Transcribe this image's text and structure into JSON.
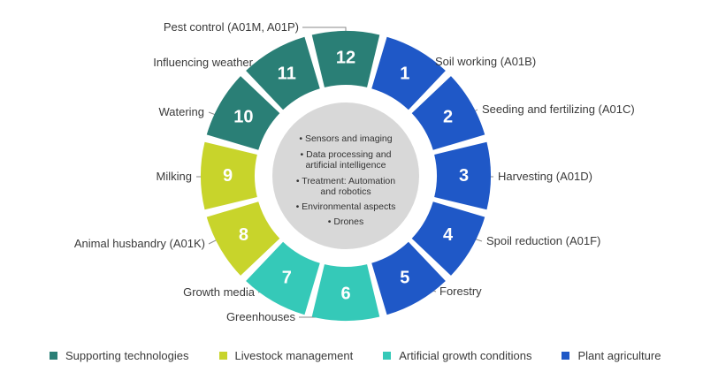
{
  "colors": {
    "supporting": "#2a7f76",
    "livestock": "#c8d42b",
    "artificial": "#35c9b8",
    "plant": "#1f58c7",
    "center": "#d8d8d8",
    "line": "#8a8a8a"
  },
  "segments": [
    {
      "number": "12",
      "label": "Pest control (A01M, A01P)",
      "group": "supporting"
    },
    {
      "number": "1",
      "label": "Soil working (A01B)",
      "group": "plant"
    },
    {
      "number": "2",
      "label": "Seeding and fertilizing (A01C)",
      "group": "plant"
    },
    {
      "number": "3",
      "label": "Harvesting (A01D)",
      "group": "plant"
    },
    {
      "number": "4",
      "label": "Spoil reduction (A01F)",
      "group": "plant"
    },
    {
      "number": "5",
      "label": "Forestry",
      "group": "plant"
    },
    {
      "number": "6",
      "label": "Greenhouses",
      "group": "artificial"
    },
    {
      "number": "7",
      "label": "Growth media",
      "group": "artificial"
    },
    {
      "number": "8",
      "label": "Animal husbandry (A01K)",
      "group": "livestock"
    },
    {
      "number": "9",
      "label": "Milking",
      "group": "livestock"
    },
    {
      "number": "10",
      "label": "Watering",
      "group": "supporting"
    },
    {
      "number": "11",
      "label": "Influencing weather",
      "group": "supporting"
    }
  ],
  "center_lines": [
    "• Sensors and imaging",
    "• Data processing and",
    "artificial intelligence",
    "• Treatment: Automation",
    "and robotics",
    "• Environmental aspects",
    "• Drones"
  ],
  "legend": [
    {
      "label": "Supporting technologies",
      "group": "supporting"
    },
    {
      "label": "Livestock management",
      "group": "livestock"
    },
    {
      "label": "Artificial growth conditions",
      "group": "artificial"
    },
    {
      "label": "Plant agriculture",
      "group": "plant"
    }
  ]
}
